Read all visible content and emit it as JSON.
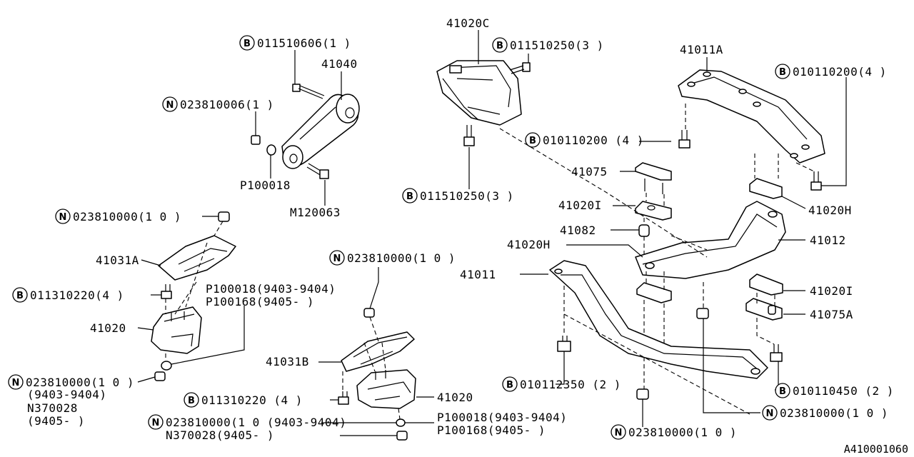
{
  "diagram": {
    "labels": {
      "b_011510606": {
        "mark": "B",
        "text": "011510606(1 )"
      },
      "p_41040": {
        "text": "41040"
      },
      "n_023810006": {
        "mark": "N",
        "text": "023810006(1 )"
      },
      "p_p100018_top": {
        "text": "P100018"
      },
      "p_m120063": {
        "text": "M120063"
      },
      "p_41020c": {
        "text": "41020C"
      },
      "b_011510250_top": {
        "mark": "B",
        "text": "011510250(3 )"
      },
      "b_011510250_bot": {
        "mark": "B",
        "text": "011510250(3 )"
      },
      "p_41011a": {
        "text": "41011A"
      },
      "b_010110200_right": {
        "mark": "B",
        "text": "010110200(4 )"
      },
      "b_010110200_mid": {
        "mark": "B",
        "text": "010110200 (4 )"
      },
      "p_41075": {
        "text": "41075"
      },
      "p_41020i_left": {
        "text": "41020I"
      },
      "p_41020h_right": {
        "text": "41020H"
      },
      "p_41082": {
        "text": "41082"
      },
      "p_41012": {
        "text": "41012"
      },
      "p_41020h_left": {
        "text": "41020H"
      },
      "p_41011": {
        "text": "41011"
      },
      "p_41020i_right": {
        "text": "41020I"
      },
      "p_41075a": {
        "text": "41075A"
      },
      "n_023810000_left": {
        "mark": "N",
        "text": "023810000(1 0 )"
      },
      "p_41031a": {
        "text": "41031A"
      },
      "b_011310220_left": {
        "mark": "B",
        "text": "011310220(4 )"
      },
      "p_p100018_mid": {
        "text": "P100018(9403-9404)"
      },
      "p_p100168_mid": {
        "text": "P100168(9405-       )"
      },
      "p_41020_left": {
        "text": "41020"
      },
      "n_023810000_bl": {
        "mark": "N",
        "text": "023810000(1 0 )"
      },
      "t_9403_9404_bl": {
        "text": "(9403-9404)"
      },
      "t_n370028_bl": {
        "text": "N370028"
      },
      "t_9405_bl": {
        "text": "(9405-       )"
      },
      "n_023810000_center": {
        "mark": "N",
        "text": "023810000(1 0 )"
      },
      "p_41031b": {
        "text": "41031B"
      },
      "b_011310220_center": {
        "mark": "B",
        "text": "011310220 (4 )"
      },
      "p_41020_center": {
        "text": "41020"
      },
      "n_023810000_bottom": {
        "mark": "N",
        "text": "023810000(1 0 (9403-9404)"
      },
      "t_n370028_bottom": {
        "text": "N370028(9405-       )"
      },
      "p_p100018_bottom": {
        "text": "P100018(9403-9404)"
      },
      "p_p100168_bottom": {
        "text": "P100168(9405-       )"
      },
      "b_010112350": {
        "mark": "B",
        "text": "010112350 (2 )"
      },
      "n_023810000_bc": {
        "mark": "N",
        "text": "023810000(1 0 )"
      },
      "n_023810000_br": {
        "mark": "N",
        "text": "023810000(1 0 )"
      },
      "b_010110450": {
        "mark": "B",
        "text": "010110450 (2 )"
      },
      "ref_code": {
        "text": "A410001060"
      }
    }
  }
}
